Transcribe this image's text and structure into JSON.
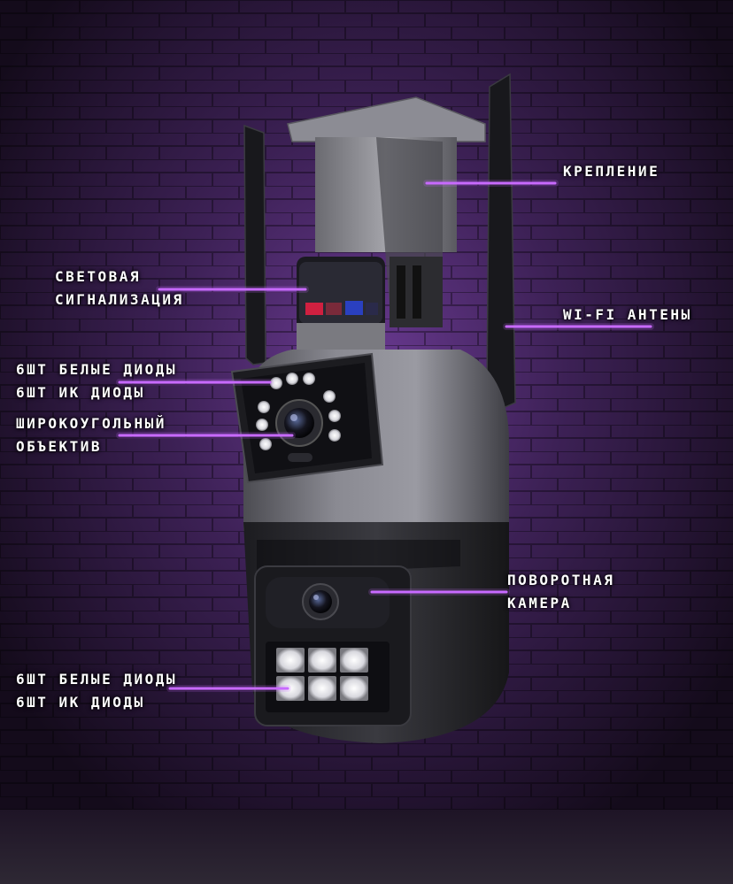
{
  "labels": {
    "mount": "КРЕПЛЕНИЕ",
    "light_signal": [
      "СВЕТОВАЯ",
      "СИГНАЛИЗАЦИЯ"
    ],
    "wifi_antennas": "WI-FI АНТЕНЫ",
    "top_diodes": [
      "6ШТ БЕЛЫЕ ДИОДЫ",
      "6ШТ ИК ДИОДЫ"
    ],
    "wide_lens": [
      "ШИРОКОУГОЛЬНЫЙ",
      "ОБЪЕКТИВ"
    ],
    "rotating_camera": [
      "ПОВОРОТНАЯ",
      "КАМЕРА"
    ],
    "bottom_diodes": [
      "6ШТ БЕЛЫЕ ДИОДЫ",
      "6ШТ ИК ДИОДЫ"
    ]
  },
  "colors": {
    "background": "#2a1838",
    "brick_glow": "#5a2f80",
    "leader_line": "#c86bff",
    "camera_body": "#6b6b72",
    "camera_dark": "#2a2a2e",
    "label_text": "#ffffff"
  }
}
